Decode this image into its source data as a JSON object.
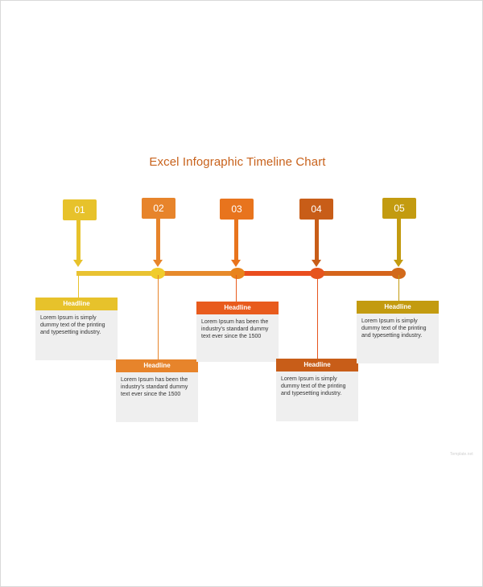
{
  "title": "Excel Infographic Timeline Chart",
  "colors": {
    "c1": "#e7c22b",
    "c2": "#e7842b",
    "c3": "#e85b1d",
    "c4": "#c85d18",
    "c5": "#c39b10"
  },
  "steps": [
    {
      "number": "01",
      "headline": "Headline",
      "text": "Lorem Ipsum is simply dummy text of the printing and typesetting industry."
    },
    {
      "number": "02",
      "headline": "Headline",
      "text": "Lorem Ipsum has been the industry's standard dummy text ever since the 1500"
    },
    {
      "number": "03",
      "headline": "Headline",
      "text": "Lorem Ipsum has been the industry's standard dummy text ever since the 1500"
    },
    {
      "number": "04",
      "headline": "Headline",
      "text": "Lorem Ipsum is simply dummy text of the printing and typesetting industry."
    },
    {
      "number": "05",
      "headline": "Headline",
      "text": "Lorem Ipsum is simply dummy text of the printing and typesetting industry."
    }
  ],
  "watermark": "Template.net"
}
